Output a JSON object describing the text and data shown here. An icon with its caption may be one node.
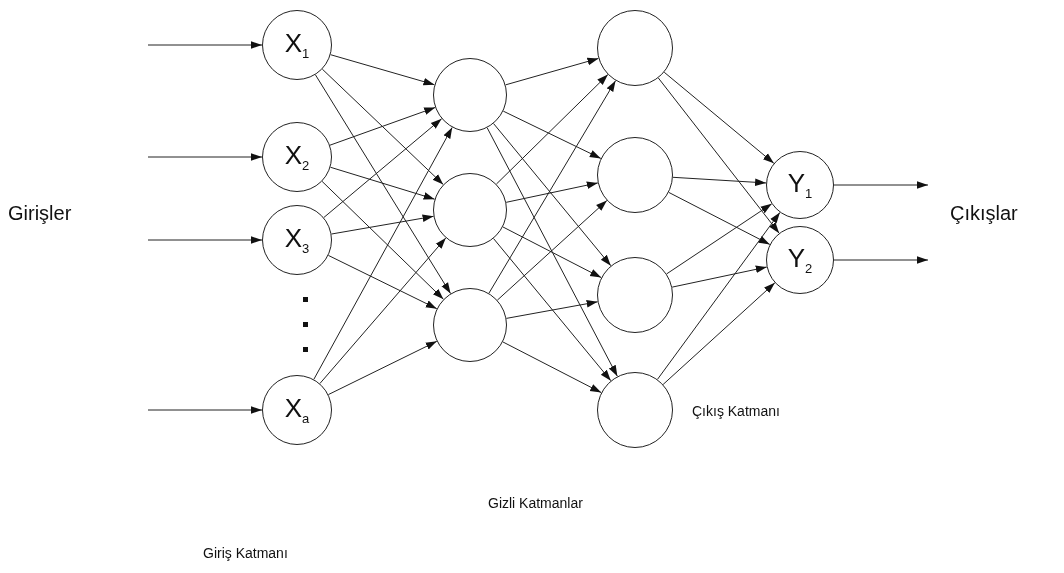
{
  "diagram": {
    "nodes": [
      {
        "text": [
          "X$_{1}$"
        ]
      },
      {
        "text": [
          "X$_{2}$"
        ]
      },
      {
        "text": [
          "X$_{3}$"
        ]
      },
      {
        "text": [
          "X$_{a}$"
        ]
      },
      {
        "text": [],
        "shape": "circle"
      },
      {
        "text": [],
        "shape": "circle"
      },
      {
        "text": [],
        "shape": "circle"
      },
      {
        "text": [],
        "shape": "circle"
      },
      {
        "text": [],
        "shape": "circle"
      },
      {
        "text": [],
        "shape": "circle"
      },
      {
        "text": [],
        "shape": "circle"
      },
      {
        "text": [
          "Y$_{1}$"
        ]
      },
      {
        "text": [
          "Y$_{2}$"
        ]
      }
    ],
    "edges": [
      {
        "from": null,
        "to": 0,
        "arrow": "to"
      },
      {
        "from": null,
        "to": 1,
        "arrow": "to"
      },
      {
        "from": null,
        "to": 2,
        "arrow": "to"
      },
      {
        "from": null,
        "to": 3,
        "arrow": "to"
      },
      {
        "from": 0,
        "to": 4,
        "arrow": "to"
      },
      {
        "from": 0,
        "to": 5,
        "arrow": "to"
      },
      {
        "from": 0,
        "to": 6,
        "arrow": "to"
      },
      {
        "from": 1,
        "to": 4,
        "arrow": "to"
      },
      {
        "from": 1,
        "to": 5,
        "arrow": "to"
      },
      {
        "from": 1,
        "to": 6,
        "arrow": "to"
      },
      {
        "from": 2,
        "to": 4,
        "arrow": "to"
      },
      {
        "from": 2,
        "to": 5,
        "arrow": "to"
      },
      {
        "from": 2,
        "to": 6,
        "arrow": "to"
      },
      {
        "from": 3,
        "to": 4,
        "arrow": "to"
      },
      {
        "from": 3,
        "to": 5,
        "arrow": "to"
      },
      {
        "from": 3,
        "to": 6,
        "arrow": "to"
      },
      {
        "from": 4,
        "to": 7,
        "arrow": "to"
      },
      {
        "from": 4,
        "to": 8,
        "arrow": "to"
      },
      {
        "from": 4,
        "to": 9,
        "arrow": "to"
      },
      {
        "from": 4,
        "to": 10,
        "arrow": "to"
      },
      {
        "from": 5,
        "to": 7,
        "arrow": "to"
      },
      {
        "from": 5,
        "to": 8,
        "arrow": "to"
      },
      {
        "from": 5,
        "to": 9,
        "arrow": "to"
      },
      {
        "from": 5,
        "to": 10,
        "arrow": "to"
      },
      {
        "from": 6,
        "to": 7,
        "arrow": "to"
      },
      {
        "from": 6,
        "to": 8,
        "arrow": "to"
      },
      {
        "from": 6,
        "to": 9,
        "arrow": "to"
      },
      {
        "from": 6,
        "to": 10,
        "arrow": "to"
      },
      {
        "from": 7,
        "to": 11,
        "arrow": "to"
      },
      {
        "from": 7,
        "to": 12,
        "arrow": "to"
      },
      {
        "from": 8,
        "to": 11,
        "arrow": "to"
      },
      {
        "from": 8,
        "to": 12,
        "arrow": "to"
      },
      {
        "from": 9,
        "to": 11,
        "arrow": "to"
      },
      {
        "from": 9,
        "to": 12,
        "arrow": "to"
      },
      {
        "from": 10,
        "to": 11,
        "arrow": "to"
      },
      {
        "from": 10,
        "to": 12,
        "arrow": "to"
      },
      {
        "from": 11,
        "to": null,
        "arrow": "to"
      },
      {
        "from": 12,
        "to": null,
        "arrow": "to"
      }
    ],
    "labels": [
      "Girişler",
      "Çıkışlar",
      "Çıkış Katmanı",
      "Gizli Katmanlar",
      "Giriş Katmanı"
    ]
  }
}
